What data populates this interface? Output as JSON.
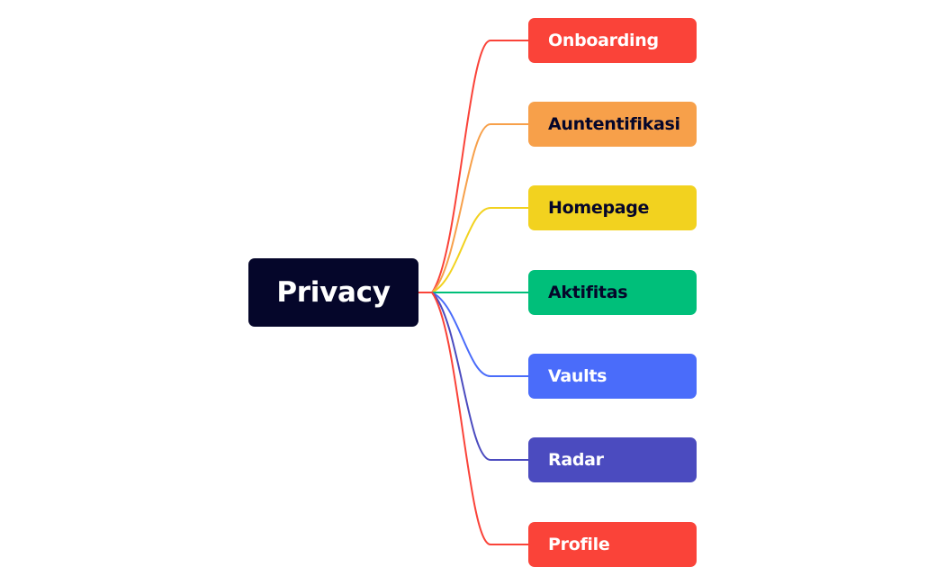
{
  "root": {
    "label": "Privacy",
    "color": "#05062a",
    "text_color": "#ffffff"
  },
  "branches": [
    {
      "label": "Onboarding",
      "color": "#fa4339",
      "text_color": "#ffffff"
    },
    {
      "label": "Auntentifikasi",
      "color": "#f7a04a",
      "text_color": "#05062a"
    },
    {
      "label": "Homepage",
      "color": "#f2d21f",
      "text_color": "#05062a"
    },
    {
      "label": "Aktifitas",
      "color": "#00bf7a",
      "text_color": "#05062a"
    },
    {
      "label": "Vaults",
      "color": "#4a6cfa",
      "text_color": "#ffffff"
    },
    {
      "label": "Radar",
      "color": "#4b4bbf",
      "text_color": "#ffffff"
    },
    {
      "label": "Profile",
      "color": "#fa4339",
      "text_color": "#ffffff"
    }
  ]
}
